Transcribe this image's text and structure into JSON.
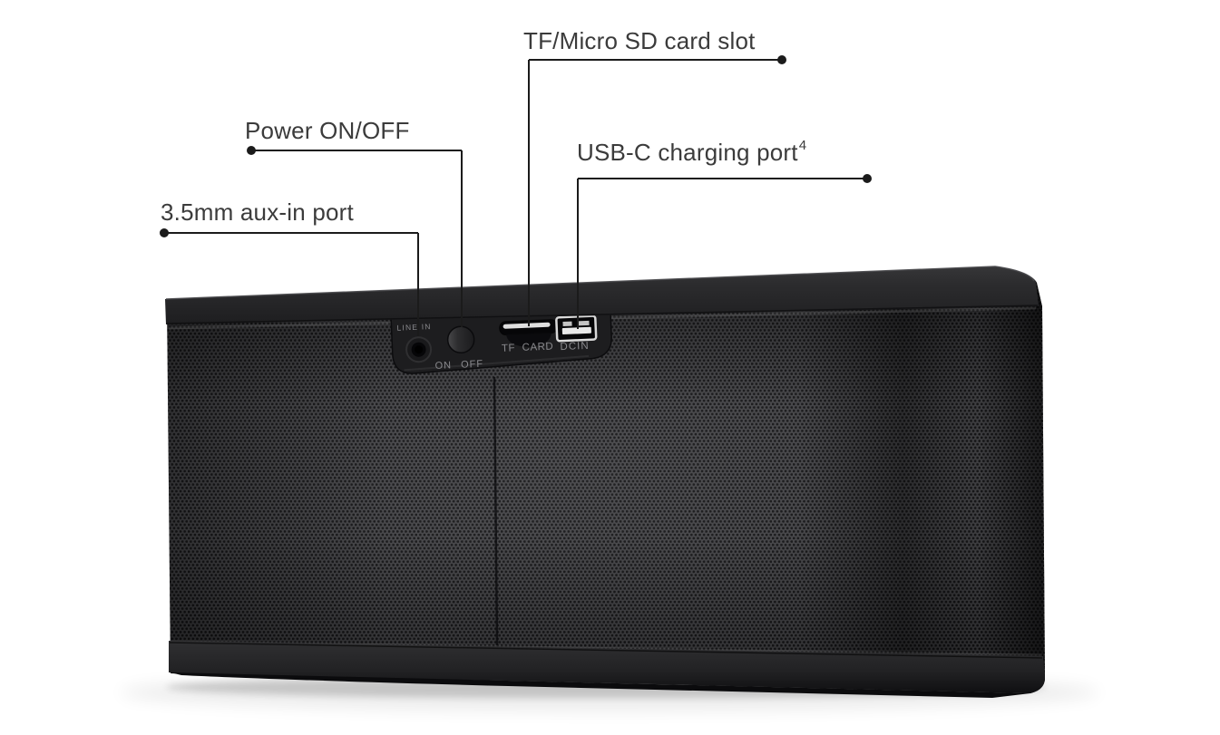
{
  "figure": {
    "kind": "speaker-rear-ports-callout-diagram"
  },
  "callouts": [
    {
      "id": "tf-card-slot",
      "label": "TF/Micro SD card slot"
    },
    {
      "id": "power-on-off",
      "label": "Power ON/OFF"
    },
    {
      "id": "usb-c-charging",
      "label": "USB-C charging port",
      "superscript": "4"
    },
    {
      "id": "aux-in",
      "label": "3.5mm aux-in port"
    }
  ],
  "speaker": {
    "panel_labels": {
      "line_in": "LINE IN",
      "on_off": "ON OFF",
      "tf_card": "TF CARD",
      "dc_in": "DCIN"
    },
    "colors": {
      "mesh_web": "#424245",
      "mesh_hole": "#131315",
      "top_band": "#2c2c2e",
      "bottom_band": "#232325",
      "ports_panel": "#1d1d1f",
      "callout_text": "#3b3b3b",
      "leader_line": "#1b1b1b",
      "usb_outline": "#d9d9d9",
      "tf_slot_highlight": "#dfdfdf",
      "port_label_text": "#8a8a8e"
    }
  }
}
